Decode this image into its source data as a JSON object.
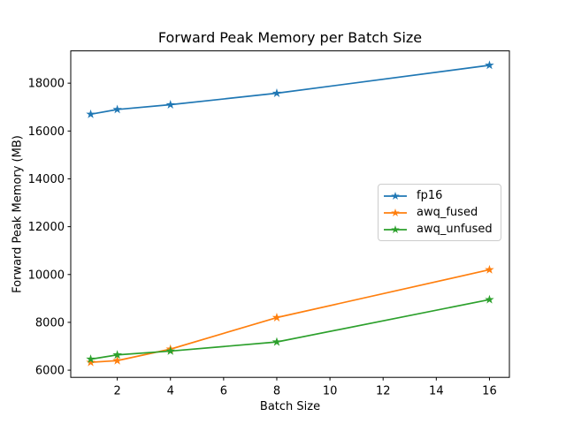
{
  "chart_data": {
    "type": "line",
    "title": "Forward Peak Memory per Batch Size",
    "xlabel": "Batch Size",
    "ylabel": "Forward Peak Memory (MB)",
    "x": [
      1,
      2,
      4,
      8,
      16
    ],
    "series": [
      {
        "name": "fp16",
        "color": "#1f77b4",
        "values": [
          16700,
          16900,
          17100,
          17580,
          18750
        ]
      },
      {
        "name": "awq_fused",
        "color": "#ff7f0e",
        "values": [
          6330,
          6400,
          6880,
          8200,
          10200
        ]
      },
      {
        "name": "awq_unfused",
        "color": "#2ca02c",
        "values": [
          6460,
          6640,
          6800,
          7180,
          8950
        ]
      }
    ],
    "marker": "star",
    "x_ticks": [
      "2",
      "4",
      "6",
      "8",
      "10",
      "12",
      "14",
      "16"
    ],
    "x_tick_values": [
      2,
      4,
      6,
      8,
      10,
      12,
      14,
      16
    ],
    "y_ticks": [
      "6000",
      "8000",
      "10000",
      "12000",
      "14000",
      "16000",
      "18000"
    ],
    "y_tick_values": [
      6000,
      8000,
      10000,
      12000,
      14000,
      16000,
      18000
    ],
    "xlim": [
      0.25,
      16.75
    ],
    "ylim": [
      5700,
      19350
    ],
    "grid": false,
    "legend_position": "center right",
    "axis_color": "#000000",
    "background_color": "#ffffff"
  }
}
